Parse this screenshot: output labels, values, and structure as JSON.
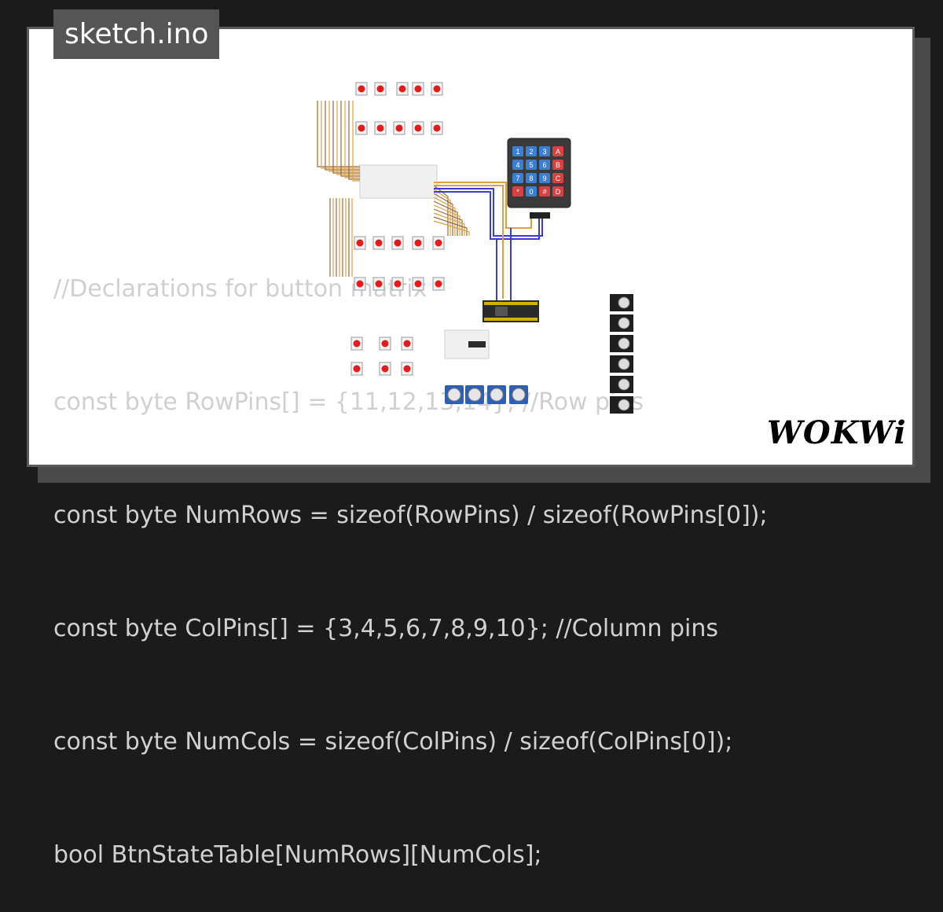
{
  "header": {
    "title": "sketch.ino"
  },
  "code_lines": [
    "//Declarations for button matrix",
    "const byte RowPins[] = {11,12,13,14}; //Row pins",
    "const byte NumRows = sizeof(RowPins) / sizeof(RowPins[0]);",
    "const byte ColPins[] = {3,4,5,6,7,8,9,10}; //Column pins",
    "const byte NumCols = sizeof(ColPins) / sizeof(ColPins[0]);",
    "bool BtnStateTable[NumRows][NumCols];"
  ],
  "keypad": {
    "keys": [
      "1",
      "2",
      "3",
      "A",
      "4",
      "5",
      "6",
      "B",
      "7",
      "8",
      "9",
      "C",
      "*",
      "0",
      "#",
      "D"
    ]
  },
  "brand": {
    "logo": "WOKWi"
  },
  "colors": {
    "button_red": "#e21b1b",
    "keypad_blue": "#3c7fd1",
    "keypad_red": "#d94040",
    "wire_blue": "#3b3bd6",
    "wire_orange": "#e0a040",
    "wire_brown": "#9a6a3a"
  }
}
